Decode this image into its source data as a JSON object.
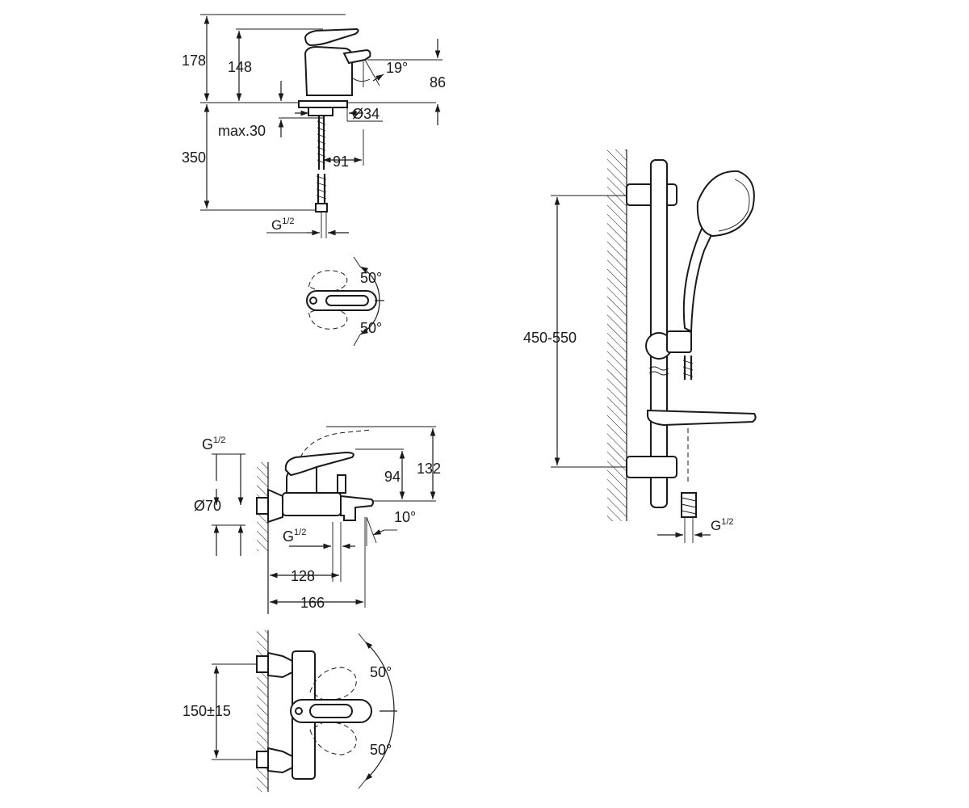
{
  "basin_mixer": {
    "dims": {
      "h_total": "178",
      "h_spout": "148",
      "angle_spout": "19°",
      "h_outlet": "86",
      "diameter": "Ø34",
      "max_thickness": "max.30",
      "hose_length": "350",
      "reach": "91",
      "connection": "G",
      "connection_frac": "1/2"
    }
  },
  "basin_lever_plan": {
    "angle_top": "50°",
    "angle_bottom": "50°"
  },
  "shower_rail": {
    "dims": {
      "rail_range": "450-550",
      "connection": "G",
      "connection_frac": "1/2"
    }
  },
  "bath_mixer": {
    "dims": {
      "connection_top": "G",
      "connection_top_frac": "1/2",
      "diameter": "Ø70",
      "h_outlet": "94",
      "h_total": "132",
      "angle_spout": "10°",
      "connection_outlet": "G",
      "connection_outlet_frac": "1/2",
      "reach_outlet": "128",
      "reach_total": "166"
    }
  },
  "bath_mixer_plan": {
    "centres": "150±15",
    "angle_top": "50°",
    "angle_bottom": "50°"
  }
}
